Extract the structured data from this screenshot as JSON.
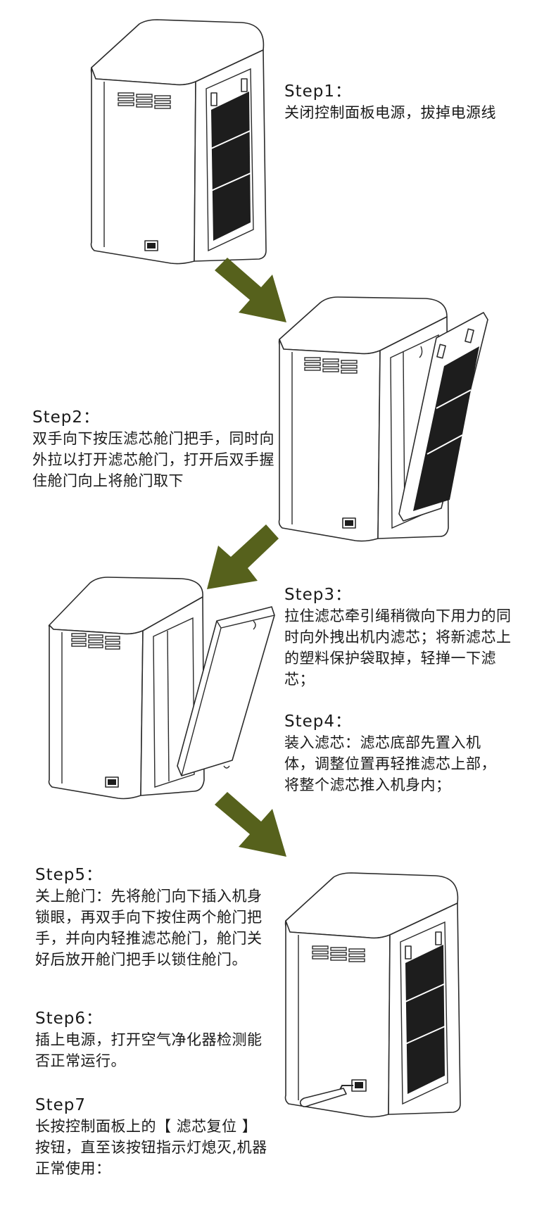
{
  "steps": [
    {
      "title": "Step1：",
      "body": "关闭控制面板电源，拔掉电源线"
    },
    {
      "title": "Step2：",
      "body": "双手向下按压滤芯舱门把手，同时向外拉以打开滤芯舱门，打开后双手握住舱门向上将舱门取下"
    },
    {
      "title": "Step3：",
      "body": "拉住滤芯牵引绳稍微向下用力的同时向外拽出机内滤芯；将新滤芯上的塑料保护袋取掉，轻掸一下滤芯；"
    },
    {
      "title": "Step4：",
      "body": "装入滤芯：滤芯底部先置入机体，调整位置再轻推滤芯上部，将整个滤芯推入机身内；"
    },
    {
      "title": "Step5：",
      "body": "关上舱门：先将舱门向下插入机身锁眼，再双手向下按住两个舱门把手，并向内轻推滤芯舱门，舱门关好后放开舱门把手以锁住舱门。"
    },
    {
      "title": "Step6：",
      "body": "插上电源，打开空气净化器检测能否正常运行。"
    },
    {
      "title": "Step7",
      "body": "长按控制面板上的【 滤芯复位 】按钮，直至该按钮指示灯熄灭,机器正常使用："
    }
  ],
  "colors": {
    "arrow": "#56611c",
    "text": "#1a1a1a",
    "outline": "#2b2b2b"
  },
  "icons": [
    "purifier-closed-icon",
    "purifier-door-open-icon",
    "purifier-filter-out-icon",
    "purifier-plugged-icon",
    "arrow-down-right-icon",
    "arrow-down-left-icon"
  ]
}
